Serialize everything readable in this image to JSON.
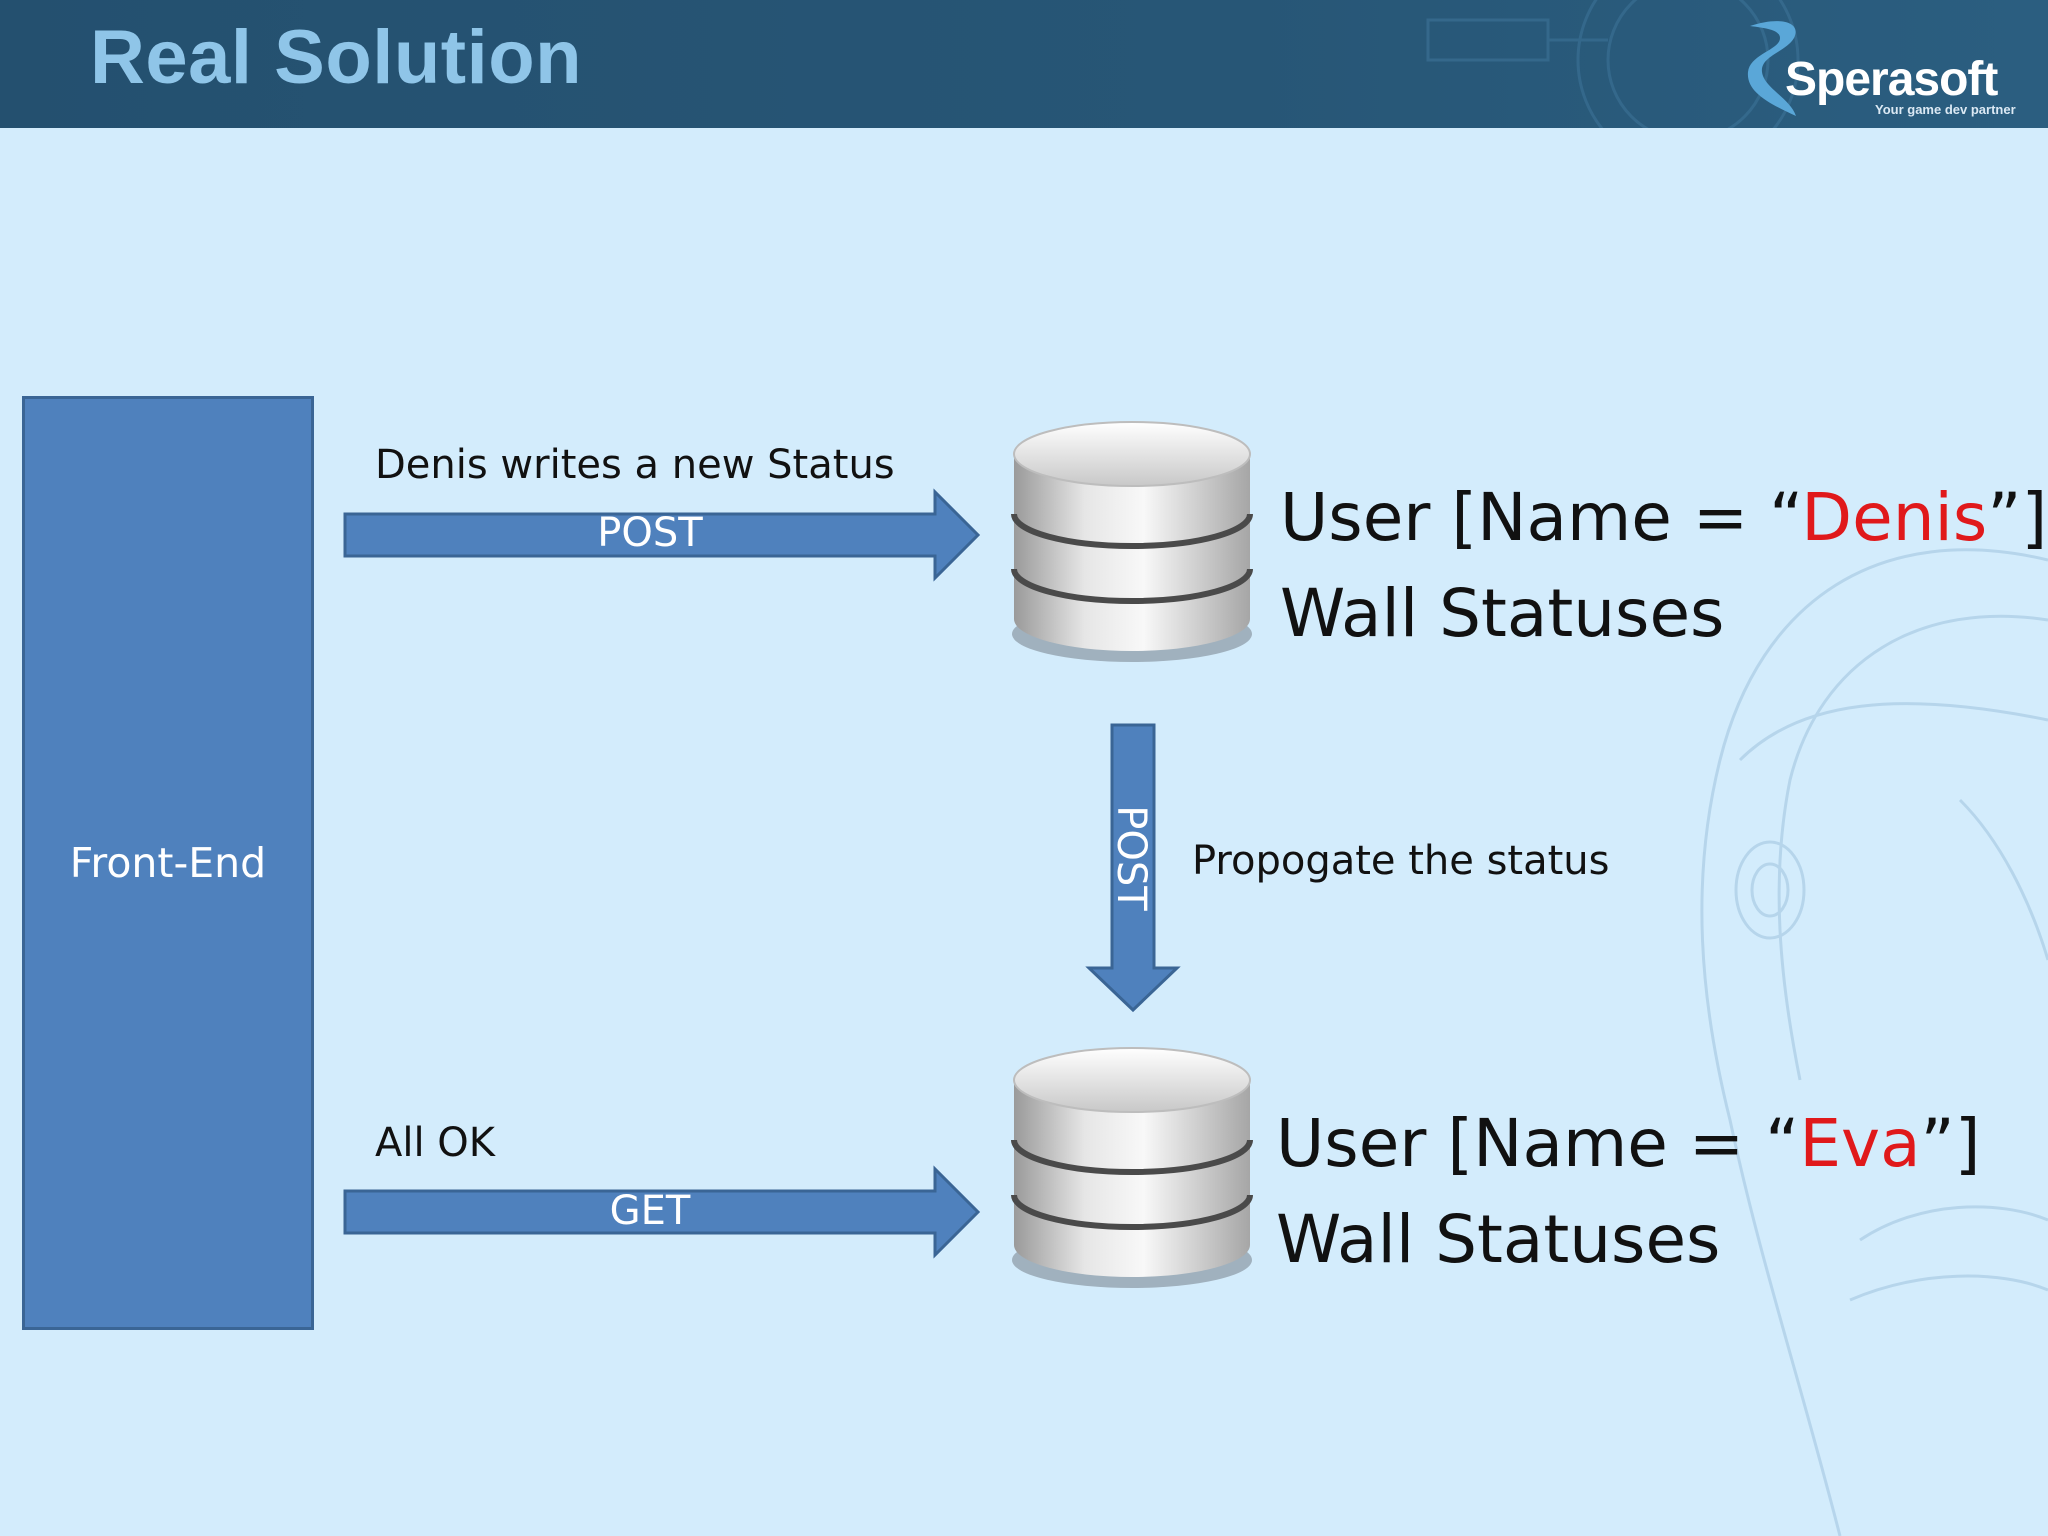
{
  "slide": {
    "title": "Real Solution",
    "logo": {
      "name": "Sperasoft",
      "tagline": "Your game dev partner"
    }
  },
  "diagram": {
    "frontend_label": "Front-End",
    "top_flow": {
      "note": "Denis writes a new Status",
      "arrow_label": "POST"
    },
    "bottom_flow": {
      "note": "All OK",
      "arrow_label": "GET"
    },
    "propagate": {
      "note": "Propogate the status",
      "arrow_label": "POST"
    },
    "db_top": {
      "prefix": "User [Name = “",
      "name": "Denis",
      "suffix": "”]",
      "line2": "Wall Statuses"
    },
    "db_bottom": {
      "prefix": "User [Name = “",
      "name": "Eva",
      "suffix": "”]",
      "line2": "Wall Statuses"
    }
  },
  "colors": {
    "arrow": "#4f81bd",
    "header": "#24506f",
    "background": "#d3ecfc",
    "highlight": "#e0191b"
  }
}
